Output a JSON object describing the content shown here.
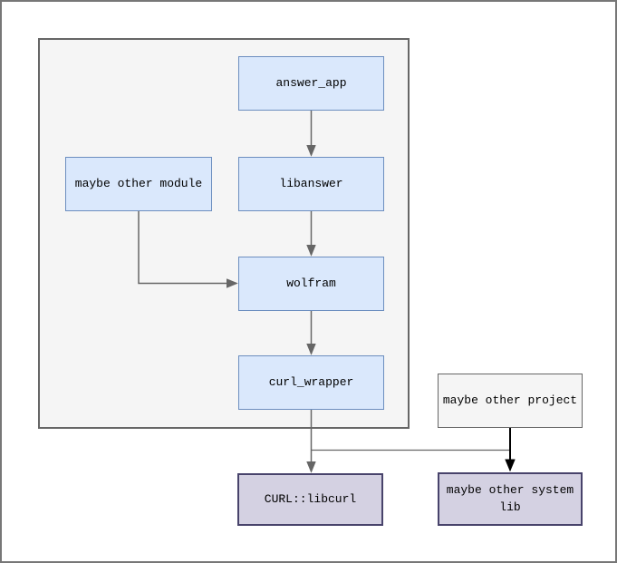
{
  "diagram": {
    "nodes": [
      {
        "id": "answer_app",
        "label": "answer_app",
        "style": "blue",
        "inside_group": true
      },
      {
        "id": "libanswer",
        "label": "libanswer",
        "style": "blue",
        "inside_group": true
      },
      {
        "id": "maybe_other_module",
        "label": "maybe other module",
        "style": "blue",
        "inside_group": true
      },
      {
        "id": "wolfram",
        "label": "wolfram",
        "style": "blue",
        "inside_group": true
      },
      {
        "id": "curl_wrapper",
        "label": "curl_wrapper",
        "style": "blue",
        "inside_group": true
      },
      {
        "id": "maybe_other_project",
        "label": "maybe other project",
        "style": "gray",
        "inside_group": false
      },
      {
        "id": "curl_libcurl",
        "label": "CURL::libcurl",
        "style": "purple",
        "inside_group": false
      },
      {
        "id": "maybe_other_system_lib",
        "label": "maybe other system lib",
        "style": "purple",
        "inside_group": false
      }
    ],
    "edges": [
      {
        "from": "answer_app",
        "to": "libanswer",
        "color": "gray"
      },
      {
        "from": "libanswer",
        "to": "wolfram",
        "color": "gray"
      },
      {
        "from": "maybe_other_module",
        "to": "wolfram",
        "color": "gray",
        "shape": "elbow"
      },
      {
        "from": "wolfram",
        "to": "curl_wrapper",
        "color": "gray"
      },
      {
        "from": "curl_wrapper",
        "to": "curl_libcurl",
        "color": "gray"
      },
      {
        "from": "maybe_other_project",
        "to": "maybe_other_system_lib",
        "color": "black"
      },
      {
        "type": "bus-junction",
        "between": [
          "curl_wrapper_edge",
          "maybe_other_project_edge"
        ],
        "color": "gray"
      }
    ],
    "colors": {
      "node_blue_fill": "#dae8fc",
      "node_blue_border": "#6c8ebf",
      "node_gray_fill": "#f5f5f5",
      "node_gray_border": "#666666",
      "node_purple_fill": "#d4d1e2",
      "node_purple_border": "#48436b",
      "group_fill": "#f5f5f5",
      "group_border": "#666666",
      "edge_gray": "#666666",
      "edge_black": "#000000",
      "page_border": "#777777",
      "background": "#ffffff"
    }
  }
}
